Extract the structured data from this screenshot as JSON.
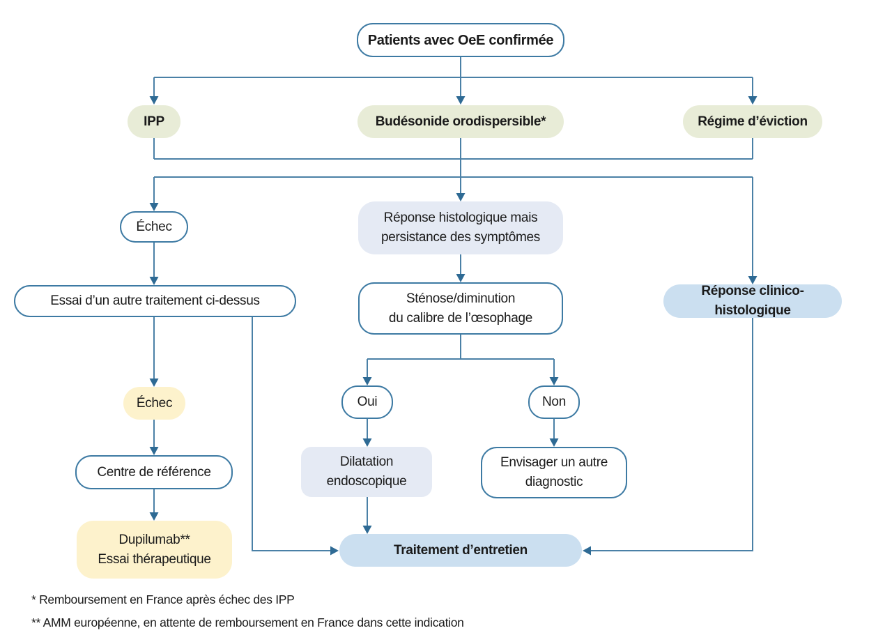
{
  "nodes": {
    "patients": {
      "label": "Patients avec OeE confirmée"
    },
    "ipp": {
      "label": "IPP"
    },
    "budesonide": {
      "label": "Budésonide orodispersible*"
    },
    "regime_eviction": {
      "label": "Régime d’éviction"
    },
    "echec_1": {
      "label": "Échec"
    },
    "essai_autre_traitement": {
      "label": "Essai d’un autre traitement ci-dessus"
    },
    "reponse_histologique": {
      "line1": "Réponse histologique mais",
      "line2": "persistance des symptômes"
    },
    "stenose": {
      "line1": "Sténose/diminution",
      "line2": "du calibre de l’œsophage"
    },
    "reponse_clinico_histologique": {
      "label": "Réponse clinico-histologique"
    },
    "oui": {
      "label": "Oui"
    },
    "non": {
      "label": "Non"
    },
    "dilatation_endoscopique": {
      "line1": "Dilatation",
      "line2": "endoscopique"
    },
    "envisager_autre_diagnostic": {
      "line1": "Envisager un autre",
      "line2": "diagnostic"
    },
    "echec_2": {
      "label": "Échec"
    },
    "centre_reference": {
      "label": "Centre de référence"
    },
    "dupilumab": {
      "line1": "Dupilumab**",
      "line2": "Essai thérapeutique"
    },
    "traitement_entretien": {
      "label": "Traitement d’entretien"
    }
  },
  "footnotes": {
    "note1": "* Remboursement en France après échec des IPP",
    "note2": "** AMM européenne, en attente de remboursement en France dans cette indication"
  },
  "colors": {
    "line": "#4a80a6",
    "arrow": "#2e6a94",
    "box-border": "#3d7aa3",
    "olive": "#e8ecd7",
    "yellow": "#fdf2cc",
    "lavender": "#e5eaf4",
    "blue": "#cbdff0",
    "text": "#1a1a1a",
    "background": "#ffffff"
  }
}
